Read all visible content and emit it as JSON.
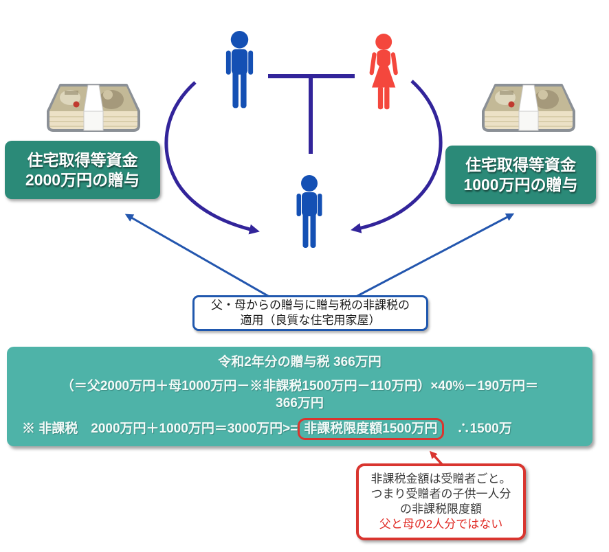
{
  "gift_left": {
    "line1": "住宅取得等資金",
    "line2": "2000万円の贈与"
  },
  "gift_right": {
    "line1": "住宅取得等資金",
    "line2": "1000万円の贈与"
  },
  "application_note": {
    "line1": "父・母からの贈与に贈与税の非課税の",
    "line2": "適用（良質な住宅用家屋）"
  },
  "calc": {
    "title": "令和2年分の贈与税 366万円",
    "formula_line1": "（＝父2000万円＋母1000万円－※非課税1500万円－110万円）×40%－190万円＝",
    "formula_line2": "366万円",
    "note_prefix": "※ 非課税　2000万円＋1000万円＝3000万円>=",
    "note_highlight": "非課税限度額1500万円",
    "note_suffix": "　∴1500万"
  },
  "limit_note": {
    "line1": "非課税金額は受贈者ごと。",
    "line2": "つまり受贈者の子供一人分",
    "line3": "の非課税限度額",
    "line4": "父と母の2人分ではない"
  },
  "icons": {
    "father": "father-person-icon",
    "mother": "mother-person-icon",
    "child": "child-person-icon",
    "money_left": "money-stack-icon",
    "money_right": "money-stack-icon",
    "family_connector": "family-tree-connector",
    "gift_arrow_left": "gift-flow-arrow-left",
    "gift_arrow_right": "gift-flow-arrow-right",
    "pointer_left": "note-pointer-arrow-left",
    "pointer_right": "note-pointer-arrow-right",
    "callout": "callout-arrow"
  },
  "colors": {
    "gift_box_bg": "#2b8a78",
    "calc_box_bg": "#4eb3a8",
    "connector_indigo": "#32249a",
    "pointer_blue": "#2356ae",
    "father_blue": "#1450b4",
    "mother_red": "#f4473d",
    "highlight_red": "#d9352f",
    "note_border_blue": "#2058ae"
  }
}
